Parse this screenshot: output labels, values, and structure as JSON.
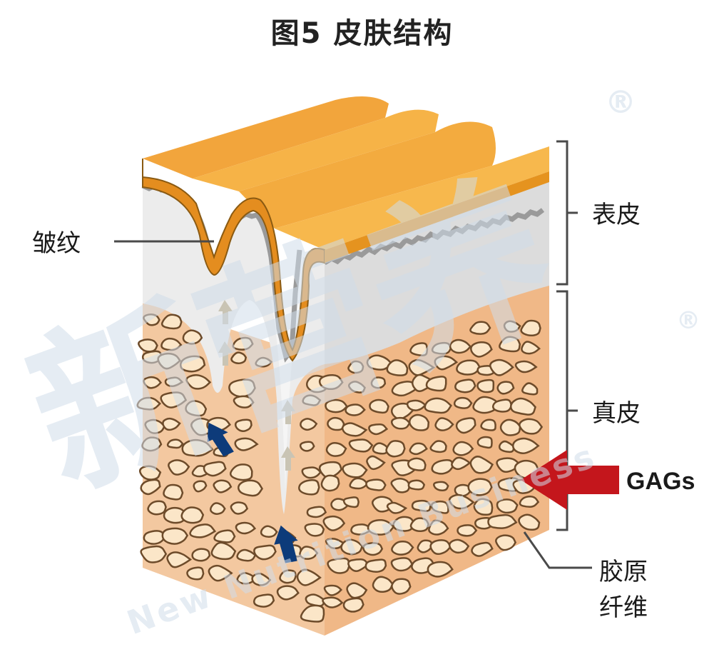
{
  "title": "图5  皮肤结构",
  "labels": {
    "wrinkle": "皱纹",
    "epidermis": "表皮",
    "dermis": "真皮",
    "gags": "GAGs",
    "collagen_line1": "胶原",
    "collagen_line2": "纤维"
  },
  "watermark": {
    "cn": "新营养",
    "en": "New Nutrition Business",
    "registered": "®"
  },
  "colors": {
    "stratum_corneum": "#f0a43a",
    "epidermis": "#e2e2e2",
    "dermis": "#f2c59a",
    "collagen_bundle": "#fbe4c4",
    "gags_arrow": "#c4161c",
    "up_arrow": "#0d3b7a",
    "watermark": "#d7e3ef"
  }
}
